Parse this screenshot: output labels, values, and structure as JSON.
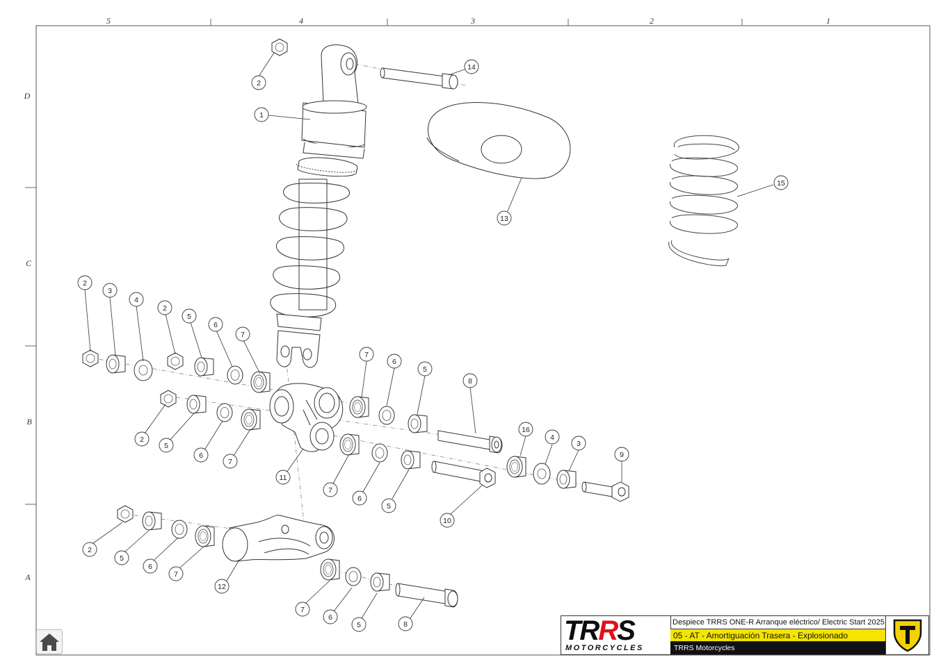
{
  "drawing": {
    "zone_columns": [
      "5",
      "4",
      "3",
      "2",
      "1"
    ],
    "zone_rows": [
      "D",
      "C",
      "B",
      "A"
    ],
    "callouts": [
      "1",
      "2",
      "3",
      "4",
      "5",
      "6",
      "7",
      "8",
      "9",
      "10",
      "11",
      "12",
      "13",
      "14",
      "15",
      "16"
    ]
  },
  "title_block": {
    "logo_main_1": "TR",
    "logo_main_2": "R",
    "logo_main_3": "S",
    "logo_sub": "MOTORCYCLES",
    "document_title": "Despiece TRRS ONE-R  Arranque eléctrico/ Electric Start 2025",
    "section": "05 - AT - Amortiguación Trasera - Explosionado",
    "company": "TRRS Motorcycles",
    "emblem_icon": "trrs-shield-icon",
    "emblem_color": "#f4d200",
    "accent_red": "#e0101a",
    "highlight_yellow": "#f4e400"
  },
  "nav": {
    "home_icon": "home-icon"
  }
}
